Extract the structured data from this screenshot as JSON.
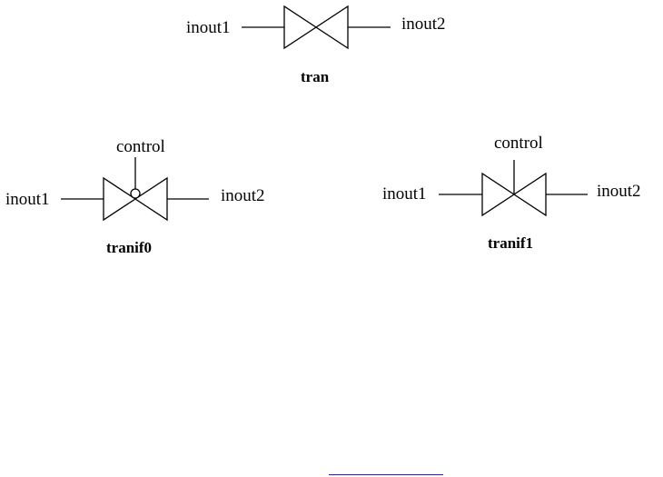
{
  "colors": {
    "stroke": "#000000",
    "background": "#ffffff",
    "bottom_rule": "#1a1aee"
  },
  "gates": {
    "tran": {
      "caption": "tran",
      "input_label": "inout1",
      "output_label": "inout2"
    },
    "tranif0": {
      "caption": "tranif0",
      "input_label": "inout1",
      "output_label": "inout2",
      "control_label": "control",
      "control_inverted": true
    },
    "tranif1": {
      "caption": "tranif1",
      "input_label": "inout1",
      "output_label": "inout2",
      "control_label": "control",
      "control_inverted": false
    }
  }
}
